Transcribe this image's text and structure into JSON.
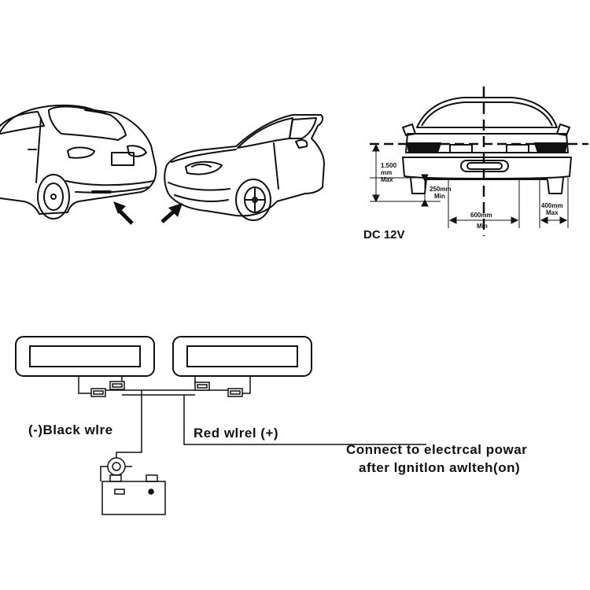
{
  "install_guide": {
    "dimensions": {
      "height_label_line1": "1.500",
      "height_label_line2": "mm",
      "height_label_line3": "Max",
      "ground_label_line1": "250mm",
      "ground_label_line2": "Min",
      "spacing_label_line1": "600mm",
      "spacing_label_line2": "Min",
      "edge_label_line1": "400mm",
      "edge_label_line2": "Max"
    },
    "power_label": "DC 12V",
    "wiring": {
      "black_wire_label": "(-)Black wlre",
      "red_wire_label": "Red wlrel (+)",
      "connect_line1": "Connect to electrcal powar",
      "connect_line2": "after lgnitlon awlteh(on)",
      "battery_minus": "—",
      "battery_plus": "+"
    }
  }
}
